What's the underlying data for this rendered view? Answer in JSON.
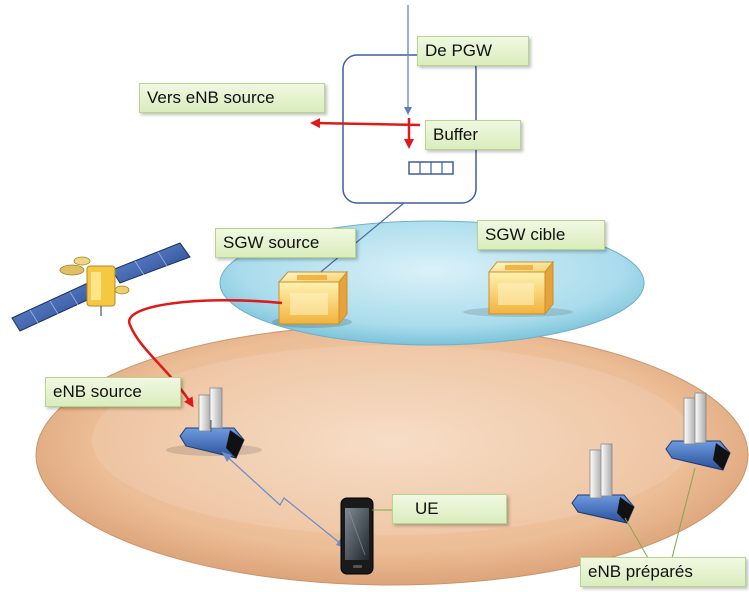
{
  "labels": {
    "pgw": "De PGW",
    "vers_enb": "Vers eNB source",
    "buffer": "Buffer",
    "sgw_source": "SGW source",
    "sgw_cible": "SGW  cible",
    "enb_source": "eNB source",
    "ue": "UE",
    "enb_prepares": "eNB préparés"
  },
  "colors": {
    "arrow_red": "#e01a1a",
    "label_fill": "#e3f2cd",
    "upper_ellipse": "#a9dcec",
    "lower_ellipse": "#ecbd96",
    "box_orange": "#f7c55e"
  },
  "icons": {
    "satellite": "satellite-icon",
    "base_station": "antenna-icon",
    "phone": "smartphone-icon",
    "box": "gateway-box-icon"
  }
}
